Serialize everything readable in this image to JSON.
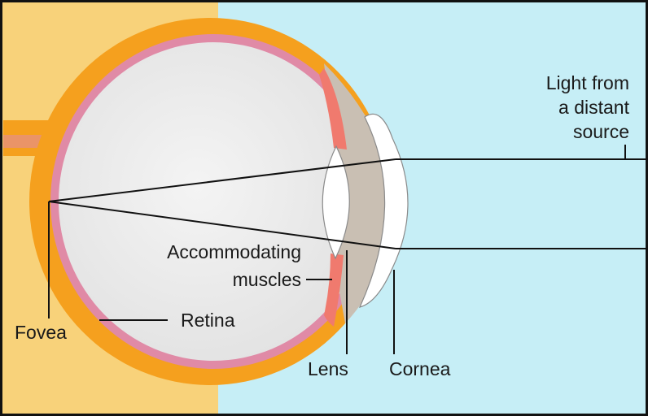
{
  "colors": {
    "background_left": "#f8d27a",
    "background_right": "#c6eef6",
    "sclera": "#f5a01e",
    "retina_layer": "#e08aa6",
    "vitreous": "#ececec",
    "lens": "#ffffff",
    "cornea": "#ffffff",
    "aqueous": "#c9bfb3",
    "ciliary_muscle": "#f07a6e",
    "light_ray": "#111111",
    "border": "#111111"
  },
  "labels": {
    "light_source_line1": "Light from",
    "light_source_line2": "a distant",
    "light_source_line3": "source",
    "accommodating_line1": "Accommodating",
    "accommodating_line2": "muscles",
    "fovea": "Fovea",
    "retina": "Retina",
    "lens": "Lens",
    "cornea": "Cornea"
  }
}
